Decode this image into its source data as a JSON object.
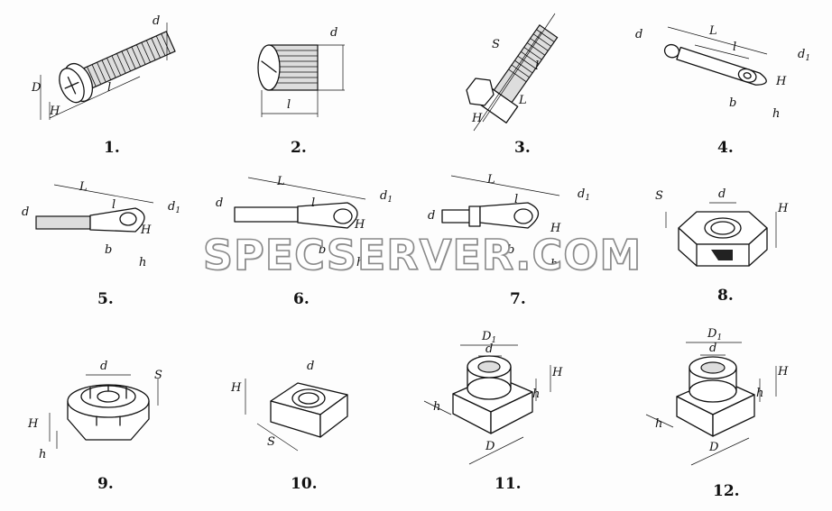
{
  "watermark": "SPECSERVER.COM",
  "items": [
    {
      "number": "1.",
      "labels": {
        "a": "d",
        "b": "H",
        "c": "l",
        "d": "D"
      }
    },
    {
      "number": "2.",
      "labels": {
        "a": "d",
        "b": "l"
      }
    },
    {
      "number": "3.",
      "labels": {
        "a": "S",
        "b": "l",
        "c": "L",
        "d": "H"
      }
    },
    {
      "number": "4.",
      "labels": {
        "a": "d",
        "b": "L",
        "c": "l",
        "d": "d",
        "d_sub": "1",
        "e": "H",
        "f": "b",
        "g": "h"
      }
    },
    {
      "number": "5.",
      "labels": {
        "a": "d",
        "b": "L",
        "c": "l",
        "d": "d",
        "d_sub": "1",
        "e": "H",
        "f": "b",
        "g": "h"
      }
    },
    {
      "number": "6.",
      "labels": {
        "a": "d",
        "b": "L",
        "c": "l",
        "d": "d",
        "d_sub": "1",
        "e": "H",
        "f": "b",
        "g": "h"
      }
    },
    {
      "number": "7.",
      "labels": {
        "a": "d",
        "b": "L",
        "c": "l",
        "d": "d",
        "d_sub": "1",
        "e": "H",
        "f": "b",
        "g": "h"
      }
    },
    {
      "number": "8.",
      "labels": {
        "a": "S",
        "b": "d",
        "c": "H"
      }
    },
    {
      "number": "9.",
      "labels": {
        "a": "d",
        "b": "S",
        "c": "H",
        "d": "h"
      }
    },
    {
      "number": "10.",
      "labels": {
        "a": "d",
        "b": "H",
        "c": "S"
      }
    },
    {
      "number": "11.",
      "labels": {
        "a": "D",
        "a_sub": "1",
        "b": "d",
        "c": "H",
        "d": "h",
        "e": "D",
        "f": "h"
      }
    },
    {
      "number": "12.",
      "labels": {
        "a": "D",
        "a_sub": "1",
        "b": "d",
        "c": "H",
        "d": "h",
        "e": "D",
        "f": "h"
      }
    }
  ]
}
